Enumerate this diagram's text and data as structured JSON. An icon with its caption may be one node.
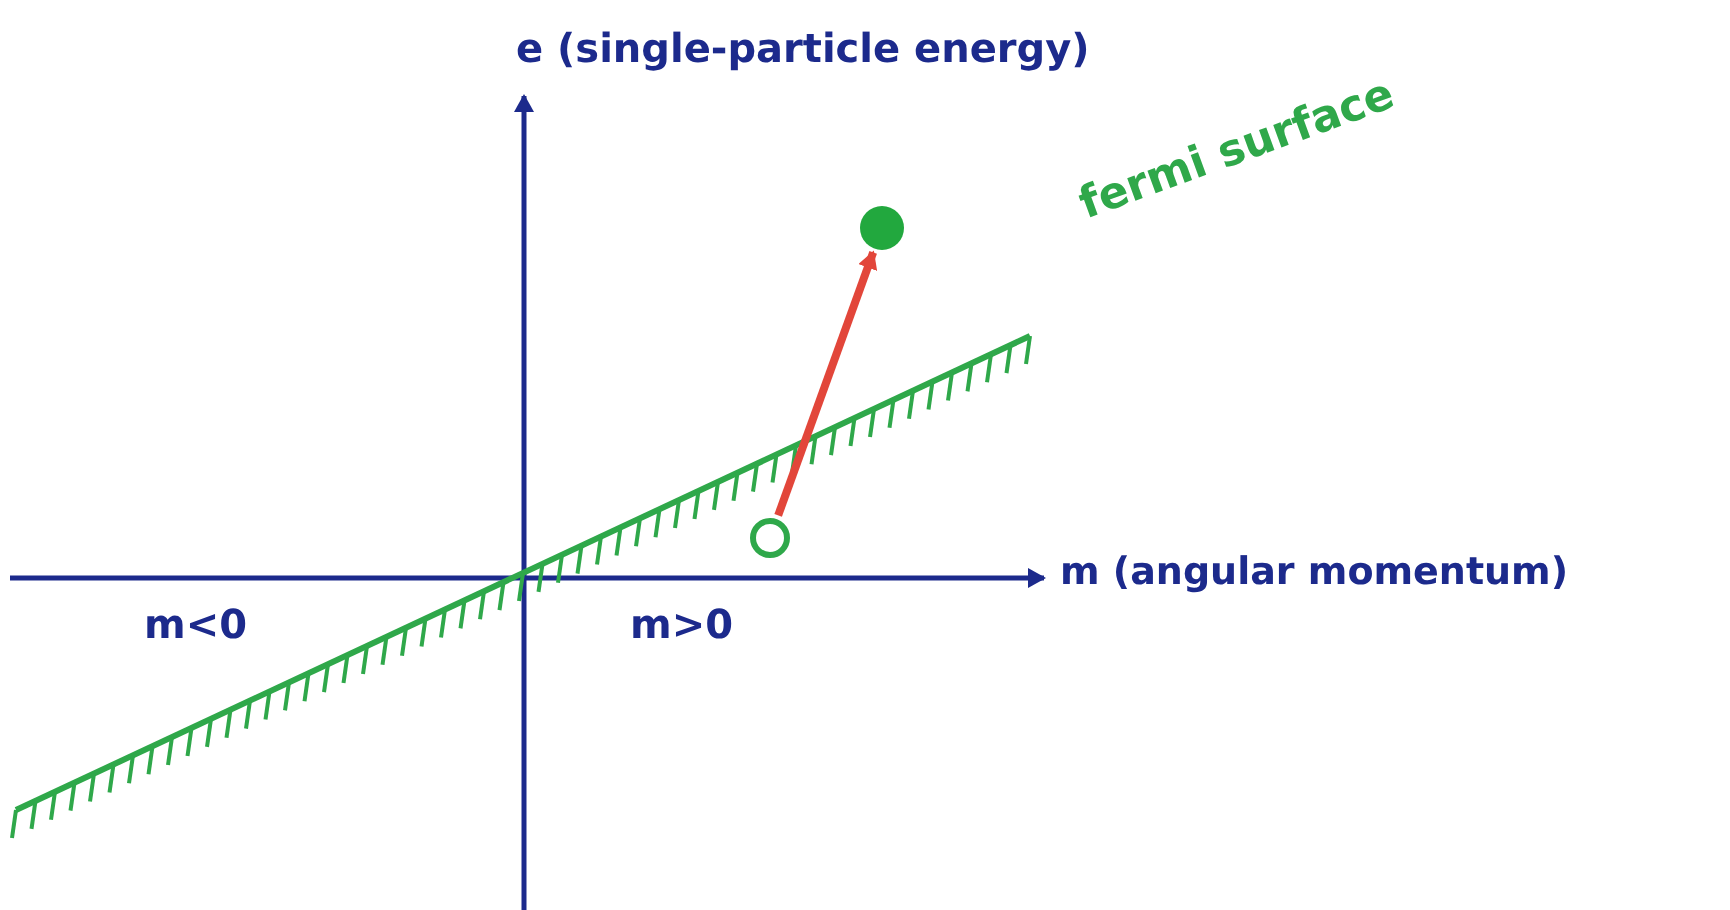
{
  "diagram": {
    "nodes": [
      {
        "text": [],
        "shape": "circle"
      },
      {
        "text": [],
        "shape": "circle"
      }
    ],
    "edges": [
      {
        "from": 0,
        "to": 1,
        "arrow": "to",
        "color": "#e2463a"
      }
    ],
    "labels": [
      "e (single-particle energy)",
      "fermi surface",
      "m (angular momentum)",
      "m<0",
      "m>0"
    ]
  }
}
